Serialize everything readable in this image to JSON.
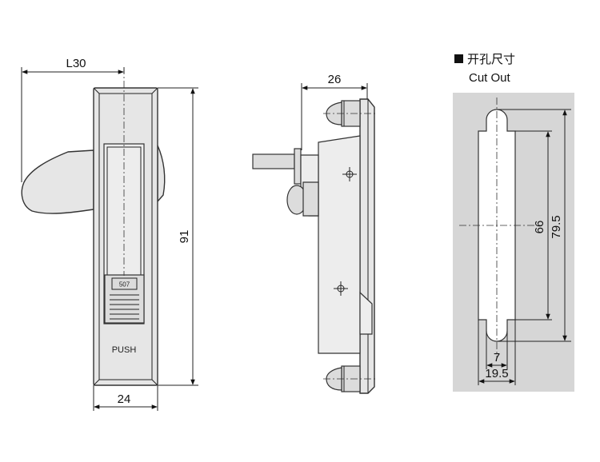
{
  "front_view": {
    "dim_width_top": "L30",
    "dim_height": "91",
    "dim_width_bottom": "24",
    "button_label": "PUSH",
    "plate_number": "507"
  },
  "side_view": {
    "dim_depth": "26"
  },
  "cutout": {
    "title_cn": "开孔尺寸",
    "title_en": "Cut Out",
    "dim_inner_height": "66",
    "dim_outer_height": "79.5",
    "dim_slot_width": "7",
    "dim_total_width": "19.5"
  }
}
